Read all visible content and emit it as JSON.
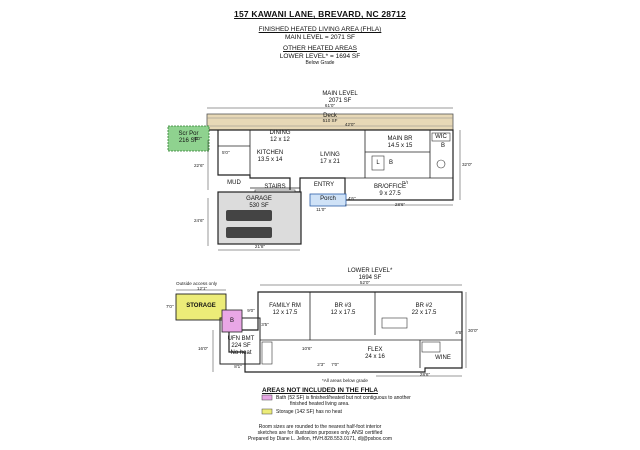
{
  "header": {
    "address": "157 KAWANI LANE, BREVARD, NC 28712",
    "fhla_heading": "FINISHED HEATED LIVING AREA (FHLA)",
    "main_level_line": "MAIN LEVEL  =  2071 SF",
    "other_heading": "OTHER HEATED AREAS",
    "lower_level_line": "LOWER LEVEL* =  1694 SF",
    "below_grade": "Below Grade"
  },
  "main_plan": {
    "title": "MAIN LEVEL",
    "area": "2071 SF",
    "overall_width": "61'0\"",
    "deck_label": "Deck",
    "deck_area": "510 SF",
    "deck_dim": "42'0\"",
    "scr_por_label": "Scr Por",
    "scr_por_area": "216 SF",
    "rooms": {
      "dining": "DINING",
      "dining_size": "12 x 12",
      "kitchen": "KITCHEN",
      "kitchen_size": "13.5 x 14",
      "living": "LIVING",
      "living_size": "17 x 21",
      "main_br": "MAIN BR",
      "main_br_size": "14.5 x 15",
      "wic": "WIC",
      "bath": "B",
      "bath_small": "B",
      "laundry": "L",
      "mud": "MUD",
      "stairs": "STAIRS",
      "entry": "ENTRY",
      "br_office": "BR/OFFICE",
      "br_office_size": "9 x 27.5",
      "garage": "GARAGE",
      "garage_area": "530 SF",
      "porch": "Porch",
      "di": "D/I"
    },
    "dims": {
      "left_top": "9'0\"",
      "left_mid": "22'6\"",
      "left_bot": "24'6\"",
      "garage_bottom": "21'8\"",
      "entry_bottom": "11'0\"",
      "br_bottom": "28'6\"",
      "right_side": "32'0\"",
      "porch_side": "4'6\"",
      "kitchen_side": "5'0\""
    }
  },
  "lower_plan": {
    "title": "LOWER LEVEL*",
    "area": "1694 SF",
    "outside_access": "Outside access only",
    "overall_width": "52'0\"",
    "left_width": "12'1\"",
    "storage": "STORAGE",
    "family_rm": "FAMILY RM",
    "family_rm_size": "12 x 17.5",
    "br3": "BR #3",
    "br3_size": "12 x 17.5",
    "br2": "BR #2",
    "br2_size": "22 x 17.5",
    "ufn_bmt": "UFN BMT",
    "ufn_bmt_area": "224 SF",
    "no_heat": "No heat",
    "flex": "FLEX",
    "flex_size": "24 x 16",
    "wine": "WINE",
    "bath_label": "B",
    "dims": {
      "left_side": "16'0\"",
      "storage_side": "7'0\"",
      "right_side": "30'0\"",
      "bottom_left": "8'1\"",
      "bottom_right": "28'6\"",
      "mid_a": "9'0\"",
      "mid_b": "3'5\"",
      "mid_c": "2'3\"",
      "mid_d": "7'0\"",
      "left_inner": "10'6\"",
      "right_inner": "4'6\""
    },
    "footnote": "*All areas below grade"
  },
  "notes": {
    "heading": "AREAS NOT INCLUDED IN THE FHLA",
    "bath_note_1": "Bath (52 SF) is finished/heated but not contiguous to another",
    "bath_note_2": "finished heated living area.",
    "storage_note": "Storage (142 SF) has no heat",
    "bath_color": "#e9a7e6",
    "storage_color": "#ecec78",
    "footer_1": "Room sizes are rounded to the nearest half-foot interior",
    "footer_2": "sketches are for illustration purposes only. ANSI certified",
    "footer_3": "Prepared by Diane L. Jellon, HVH.828.553.0171, dlj@psbox.com"
  },
  "colors": {
    "deck_tan": "#e7d8b6",
    "scr_green": "#8fd28f",
    "porch_blue": "#cfe2f7",
    "garage_gray": "#dcdcdc",
    "stair_yellow": "#ecec78",
    "bath_pink": "#e9a7e6"
  }
}
